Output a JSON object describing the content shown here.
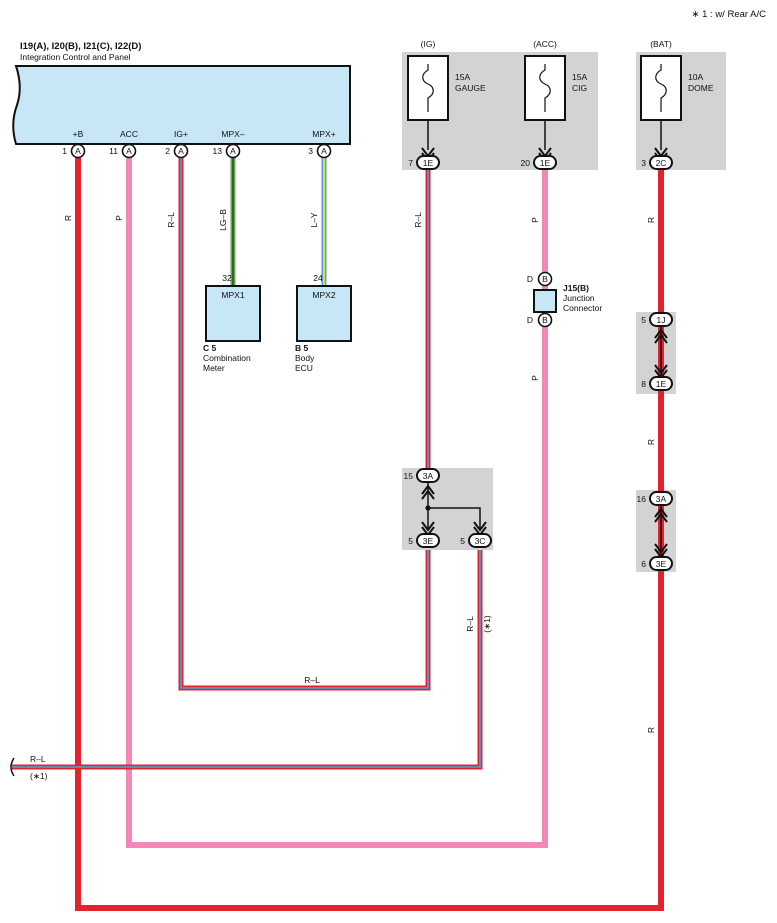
{
  "note": "∗ 1 : w/ Rear A/C",
  "main_unit": {
    "code": "I19(A), I20(B), I21(C), I22(D)",
    "name": "Integration Control and Panel",
    "pins": [
      {
        "label": "+B",
        "num": "1",
        "conn": "A"
      },
      {
        "label": "ACC",
        "num": "11",
        "conn": "A"
      },
      {
        "label": "IG+",
        "num": "2",
        "conn": "A"
      },
      {
        "label": "MPX–",
        "num": "13",
        "conn": "A"
      },
      {
        "label": "MPX+",
        "num": "3",
        "conn": "A"
      }
    ]
  },
  "fuses": [
    {
      "source": "(IG)",
      "rating": "15A",
      "name": "GAUGE",
      "pin": "7",
      "conn": "1E"
    },
    {
      "source": "(ACC)",
      "rating": "15A",
      "name": "CIG",
      "pin": "20",
      "conn": "1E"
    },
    {
      "source": "(BAT)",
      "rating": "10A",
      "name": "DOME",
      "pin": "3",
      "conn": "2C"
    }
  ],
  "meter": {
    "box": "MPX1",
    "pin": "32",
    "code": "C 5",
    "name1": "Combination",
    "name2": "Meter"
  },
  "body_ecu": {
    "box": "MPX2",
    "pin": "24",
    "code": "B 5",
    "name1": "Body",
    "name2": "ECU"
  },
  "junction": {
    "code": "J15(B)",
    "name1": "Junction",
    "name2": "Connector",
    "pin_top": "D",
    "pin_bottom": "D",
    "conn": "B"
  },
  "jb_center": {
    "top_pin": "15",
    "top_conn": "3A",
    "left_pin": "5",
    "left_conn": "3E",
    "right_pin": "5",
    "right_conn": "3C"
  },
  "jb_right1": {
    "top_pin": "5",
    "top_conn": "1J",
    "bottom_pin": "8",
    "bottom_conn": "1E"
  },
  "jb_right2": {
    "top_pin": "16",
    "top_conn": "3A",
    "bottom_pin": "6",
    "bottom_conn": "3E"
  },
  "wires": {
    "plusb": "R",
    "acc": "P",
    "ig": "R–L",
    "mpxm": "LG–B",
    "mpxp": "L–Y",
    "ig_fuse": "R–L",
    "acc_fuse": "P",
    "acc_lower": "P",
    "bat1": "R",
    "bat2": "R",
    "bat3": "R",
    "horiz": "R–L",
    "jb_out": "R–L",
    "jb_out_note": "(∗1)",
    "left_out": "R–L",
    "left_out_note": "(∗1)"
  },
  "colors": {
    "red": "#e3232c",
    "pink": "#f288b8",
    "blue": "#4aa3e0",
    "green": "#5fb04a",
    "yellow": "#f3e23a",
    "unit_fill": "#c7e6f6",
    "jb_fill": "#d3d3d3"
  }
}
